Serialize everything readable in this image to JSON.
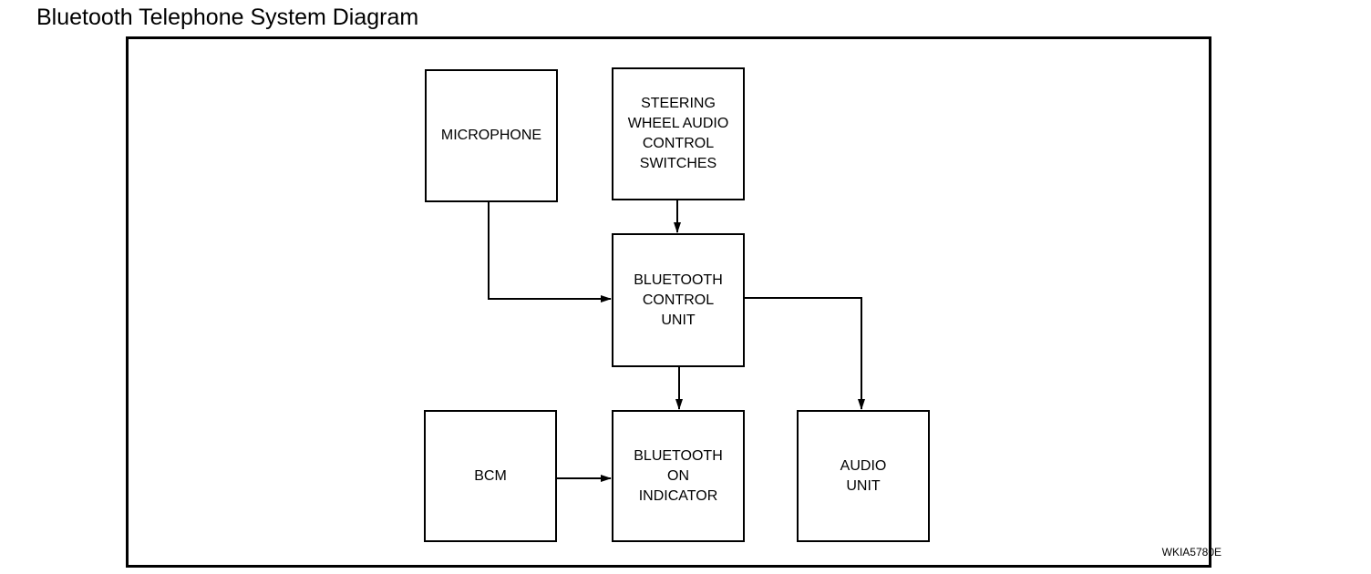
{
  "title": "Bluetooth Telephone System Diagram",
  "blocks": {
    "microphone": "MICROPHONE",
    "steering_switches": "STEERING\nWHEEL AUDIO\nCONTROL\nSWITCHES",
    "bt_control_unit": "BLUETOOTH\nCONTROL\nUNIT",
    "bcm": "BCM",
    "bt_on_indicator": "BLUETOOTH\nON\nINDICATOR",
    "audio_unit": "AUDIO\nUNIT"
  },
  "connections": [
    {
      "from": "microphone",
      "to": "bt_control_unit"
    },
    {
      "from": "steering_switches",
      "to": "bt_control_unit"
    },
    {
      "from": "bt_control_unit",
      "to": "bt_on_indicator"
    },
    {
      "from": "bt_control_unit",
      "to": "audio_unit"
    },
    {
      "from": "bcm",
      "to": "bt_on_indicator"
    }
  ],
  "figure_code": "WKIA5780E"
}
